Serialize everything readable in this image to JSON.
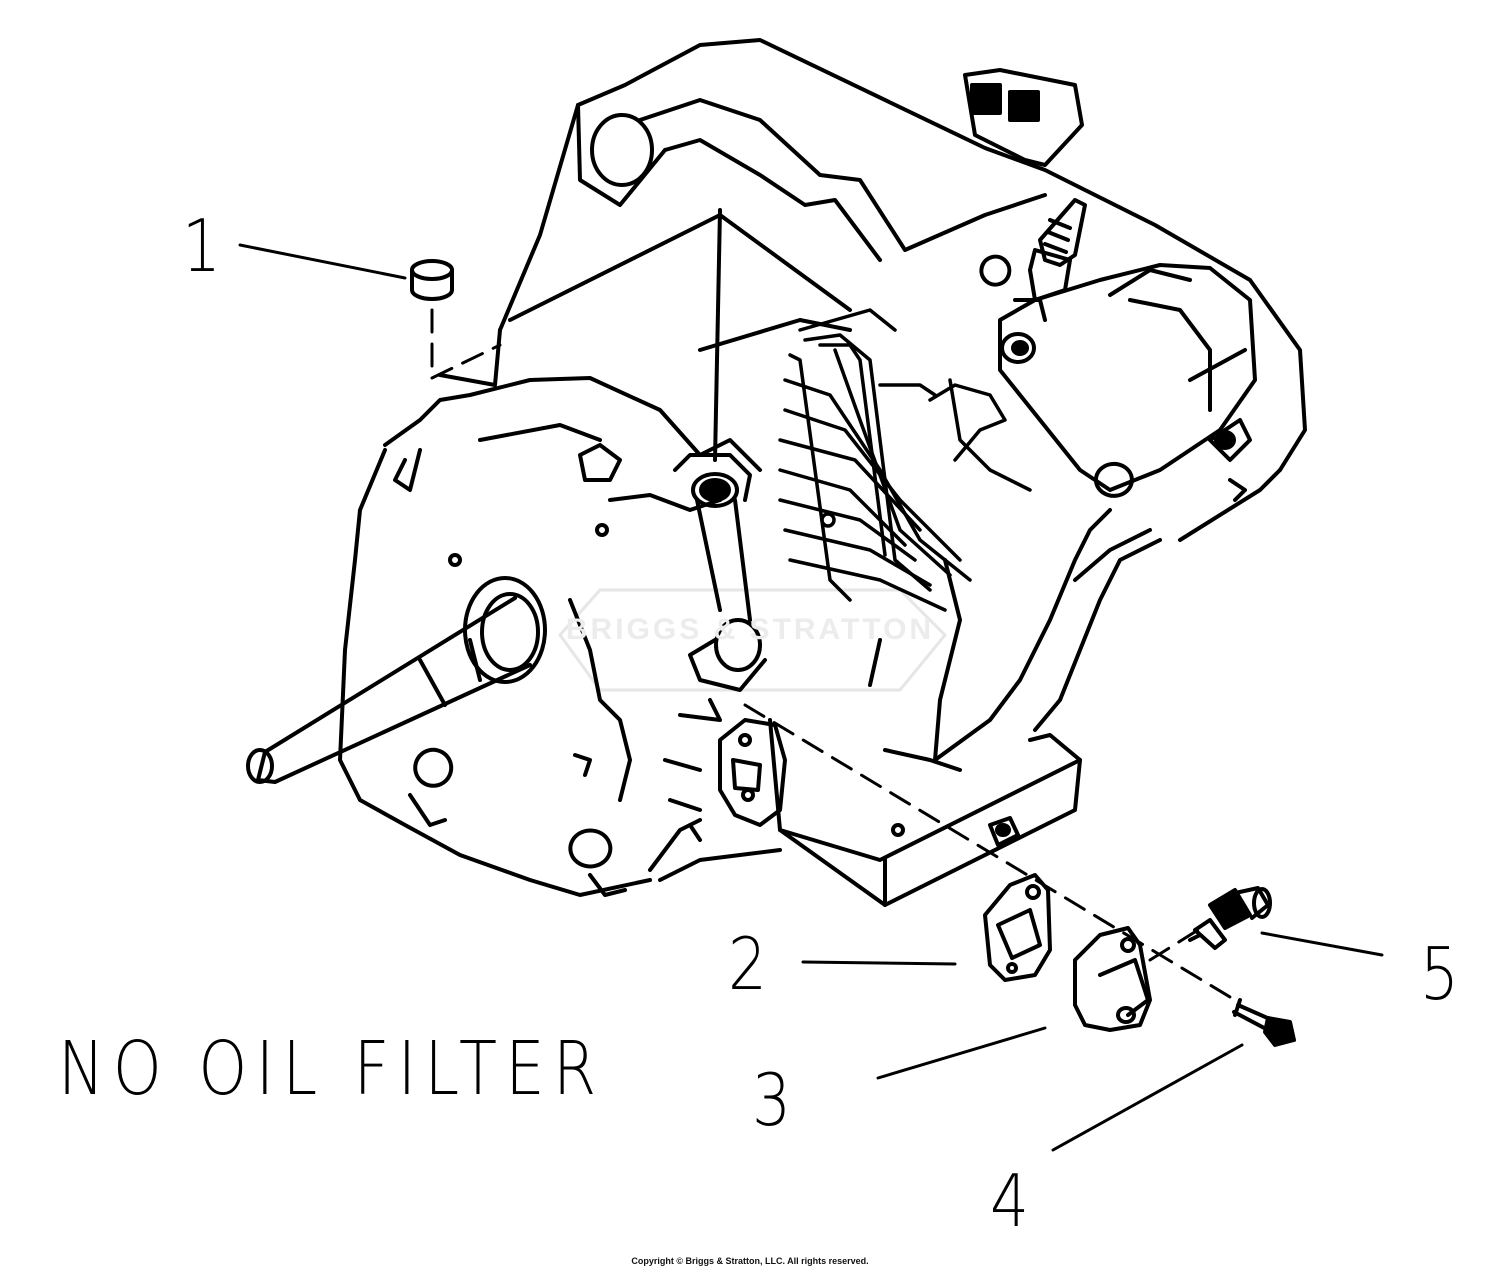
{
  "diagram": {
    "callouts": [
      {
        "id": "1",
        "label": "1"
      },
      {
        "id": "2",
        "label": "2"
      },
      {
        "id": "3",
        "label": "3"
      },
      {
        "id": "4",
        "label": "4"
      },
      {
        "id": "5",
        "label": "5"
      }
    ],
    "note": "NO OIL FILTER",
    "watermark": "BRIGGS & STRATTON",
    "copyright": "Copyright © Briggs & Stratton, LLC. All rights reserved."
  }
}
